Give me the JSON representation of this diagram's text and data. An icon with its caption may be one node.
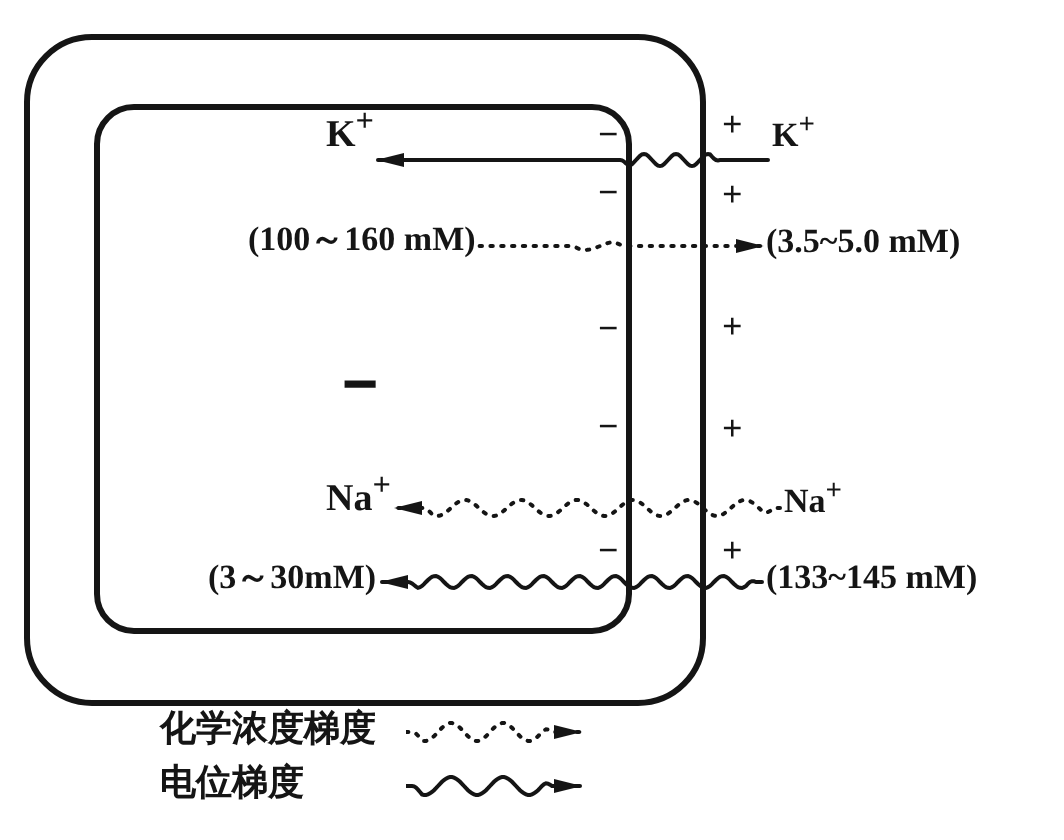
{
  "diagram": {
    "nodes": [
      {
        "text": [],
        "shape": "box"
      },
      {
        "text": [],
        "shape": "box",
        "in": 0
      },
      {
        "text": [
          "K$^{+}$"
        ],
        "in": 1
      },
      {
        "text": [
          "(100～160 mM)"
        ],
        "in": 1
      },
      {
        "text": [
          "Na$^{+}$"
        ],
        "in": 1
      },
      {
        "text": [
          "(3～30mM)"
        ],
        "in": 1
      },
      {
        "text": [
          "K$^{+}$"
        ]
      },
      {
        "text": [
          "(3.5~5.0 mM)"
        ]
      },
      {
        "text": [
          "Na$^{+}$"
        ]
      },
      {
        "text": [
          "(133~145 mM)"
        ]
      }
    ],
    "edges": [
      {
        "from": 6,
        "to": 2,
        "arrow": "to"
      },
      {
        "from": 3,
        "to": 7,
        "arrow": "to",
        "style": "dashed"
      },
      {
        "from": 8,
        "to": 4,
        "arrow": "to",
        "style": "dashed"
      },
      {
        "from": 9,
        "to": 5,
        "arrow": "to"
      }
    ],
    "labels": [
      "−",
      "+",
      "−",
      "+",
      "−",
      "+",
      "−",
      "−",
      "+",
      "−",
      "+"
    ],
    "legend": [
      {
        "text": "化学浓度梯度"
      },
      {
        "text": "电位梯度"
      }
    ]
  }
}
